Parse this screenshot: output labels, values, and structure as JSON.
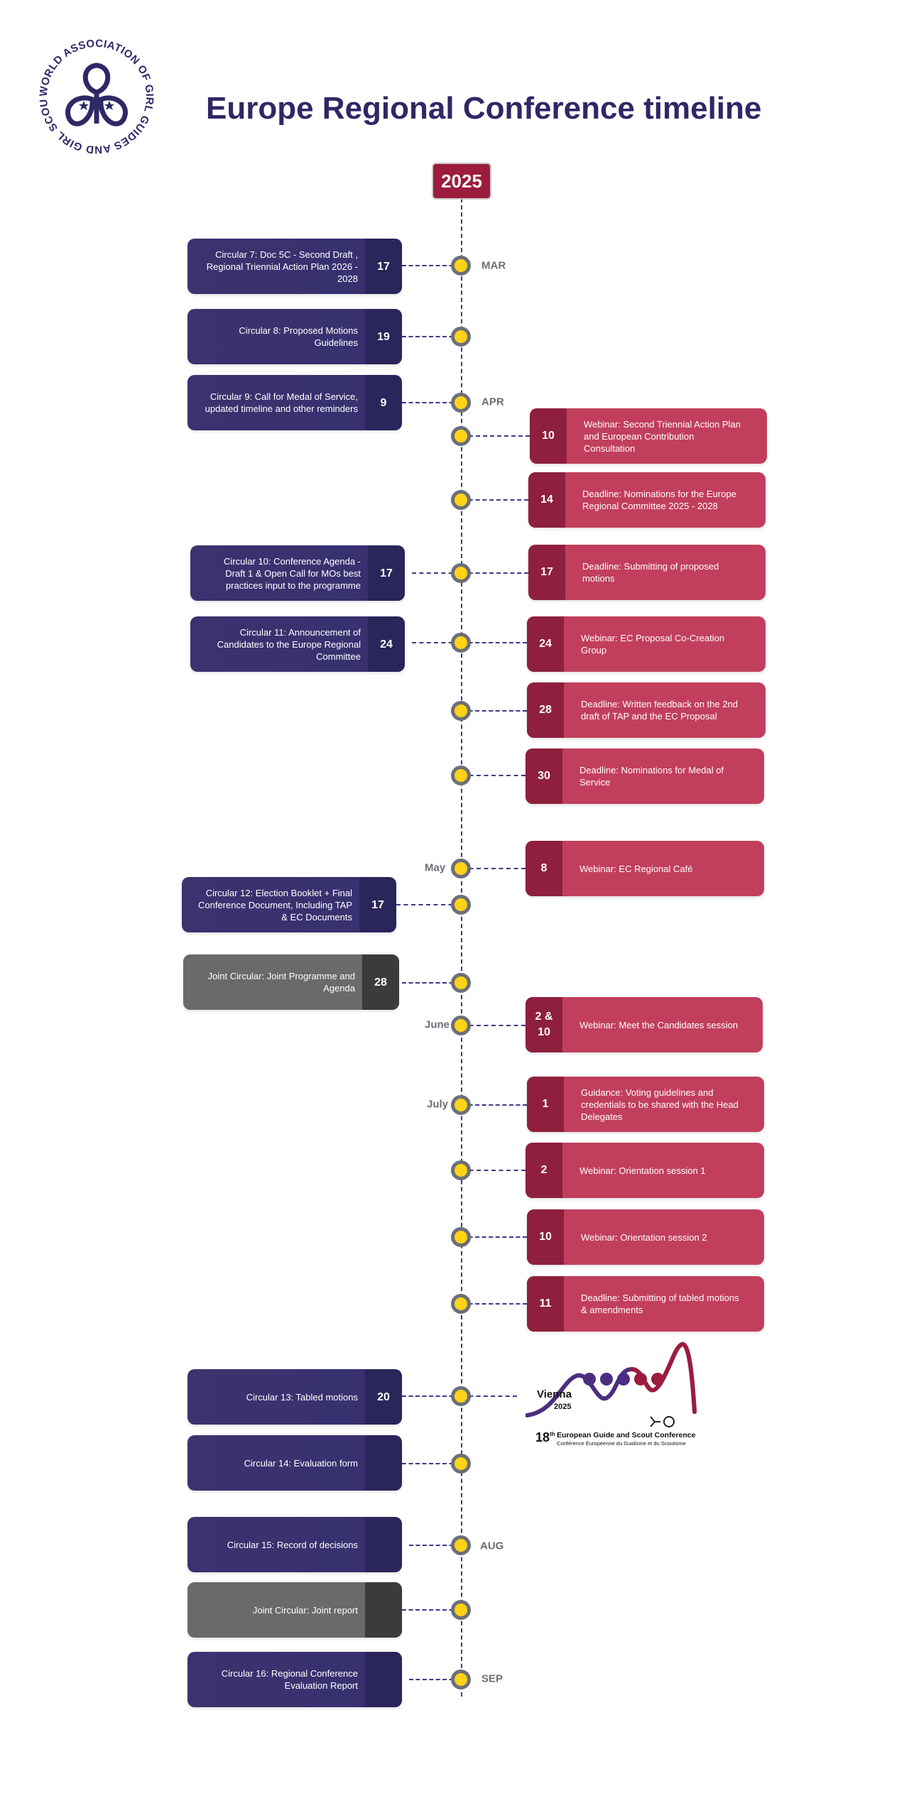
{
  "title": "Europe Regional Conference timeline",
  "logo_text": "WORLD ASSOCIATION OF GIRL GUIDES AND GIRL SCOUTS",
  "year": "2025",
  "colors": {
    "title": "#2e2866",
    "left_card": "#3b336f",
    "grey_card": "#6a6a6a",
    "right_card": "#c13f5c",
    "year_badge": "#9b1c3c",
    "dot": "#ffd416"
  },
  "months": {
    "mar": "MAR",
    "apr": "APR",
    "may": "May",
    "june": "June",
    "july": "July",
    "aug": "AUG",
    "sep": "SEP"
  },
  "left_events": [
    {
      "day": "17",
      "text": "Circular 7: Doc 5C - Second Draft , Regional Triennial Action Plan 2026 - 2028"
    },
    {
      "day": "19",
      "text": "Circular 8: Proposed Motions Guidelines"
    },
    {
      "day": "9",
      "text": "Circular 9: Call for Medal of Service, updated timeline and other reminders"
    },
    {
      "day": "17",
      "text": "Circular 10: Conference Agenda - Draft 1 & Open Call for MOs best practices input to the programme"
    },
    {
      "day": "24",
      "text": "Circular 11: Announcement of Candidates to the Europe Regional Committee"
    },
    {
      "day": "17",
      "text": "Circular 12: Election Booklet + Final Conference Document, Including TAP & EC Documents"
    },
    {
      "day": "28",
      "text": "Joint Circular: Joint Programme and Agenda"
    },
    {
      "day": "20",
      "text": "Circular 13: Tabled motions"
    },
    {
      "day": "",
      "text": "Circular 14: Evaluation form"
    },
    {
      "day": "",
      "text": "Circular 15: Record of decisions"
    },
    {
      "day": "",
      "text": "Joint Circular: Joint report"
    },
    {
      "day": "",
      "text": "Circular 16: Regional Conference Evaluation Report"
    }
  ],
  "right_events": [
    {
      "day": "10",
      "text": "Webinar: Second Triennial Action Plan and European Contribution Consultation"
    },
    {
      "day": "14",
      "text": "Deadline: Nominations for the Europe Regional Committee 2025 - 2028"
    },
    {
      "day": "17",
      "text": "Deadline: Submitting of proposed motions"
    },
    {
      "day": "24",
      "text": "Webinar: EC Proposal Co-Creation Group"
    },
    {
      "day": "28",
      "text": "Deadline: Written feedback on the 2nd draft of TAP and the EC Proposal"
    },
    {
      "day": "30",
      "text": "Deadline: Nominations for Medal of Service"
    },
    {
      "day": "8",
      "text": "Webinar: EC Regional Café"
    },
    {
      "day": "2 & 10",
      "text": "Webinar: Meet the Candidates session"
    },
    {
      "day": "1",
      "text": "Guidance: Voting guidelines and credentials to be shared with the Head Delegates"
    },
    {
      "day": "2",
      "text": "Webinar: Orientation session 1"
    },
    {
      "day": "10",
      "text": "Webinar: Orientation session 2"
    },
    {
      "day": "11",
      "text": "Deadline: Submitting of tabled motions & amendments"
    }
  ],
  "vienna_logo": {
    "city": "Vienna",
    "year": "2025",
    "edition": "18",
    "edition_suffix": "th",
    "name": "European Guide and Scout Conference",
    "name_fr": "Conférence Européenne du Guidisme et du Scoutisme"
  }
}
